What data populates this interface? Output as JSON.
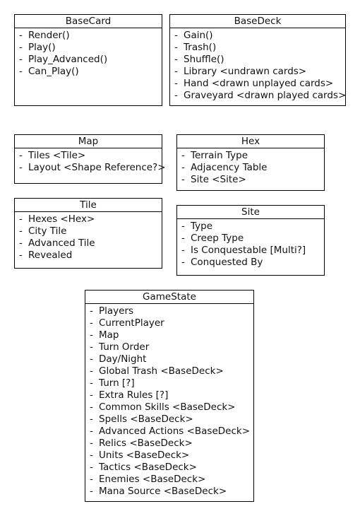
{
  "boxes": {
    "basecard": {
      "title": "BaseCard",
      "items": [
        "Render()",
        "Play()",
        "Play_Advanced()",
        "Can_Play()"
      ]
    },
    "basedeck": {
      "title": "BaseDeck",
      "items": [
        "Gain()",
        "Trash()",
        "Shuffle()",
        "Library <undrawn cards>",
        "Hand <drawn unplayed cards>",
        "Graveyard <drawn played cards>"
      ]
    },
    "map": {
      "title": "Map",
      "items": [
        "Tiles <Tile>",
        "Layout <Shape Reference?>"
      ]
    },
    "hex": {
      "title": "Hex",
      "items": [
        "Terrain Type",
        "Adjacency Table",
        "Site <Site>"
      ]
    },
    "tile": {
      "title": "Tile",
      "items": [
        "Hexes <Hex>",
        "City Tile",
        "Advanced Tile",
        "Revealed"
      ]
    },
    "site": {
      "title": "Site",
      "items": [
        "Type",
        "Creep Type",
        "Is Conquestable [Multi?]",
        "Conquested By"
      ]
    },
    "gamestate": {
      "title": "GameState",
      "items": [
        "Players",
        "CurrentPlayer",
        "Map",
        "Turn Order",
        "Day/Night",
        "Global Trash <BaseDeck>",
        "Turn [?]",
        "Extra Rules [?]",
        "Common Skills <BaseDeck>",
        "Spells <BaseDeck>",
        "Advanced Actions <BaseDeck>",
        "Relics <BaseDeck>",
        "Units <BaseDeck>",
        "Tactics <BaseDeck>",
        "Enemies <BaseDeck>",
        "Mana Source <BaseDeck>"
      ]
    }
  },
  "item_prefix": "-"
}
